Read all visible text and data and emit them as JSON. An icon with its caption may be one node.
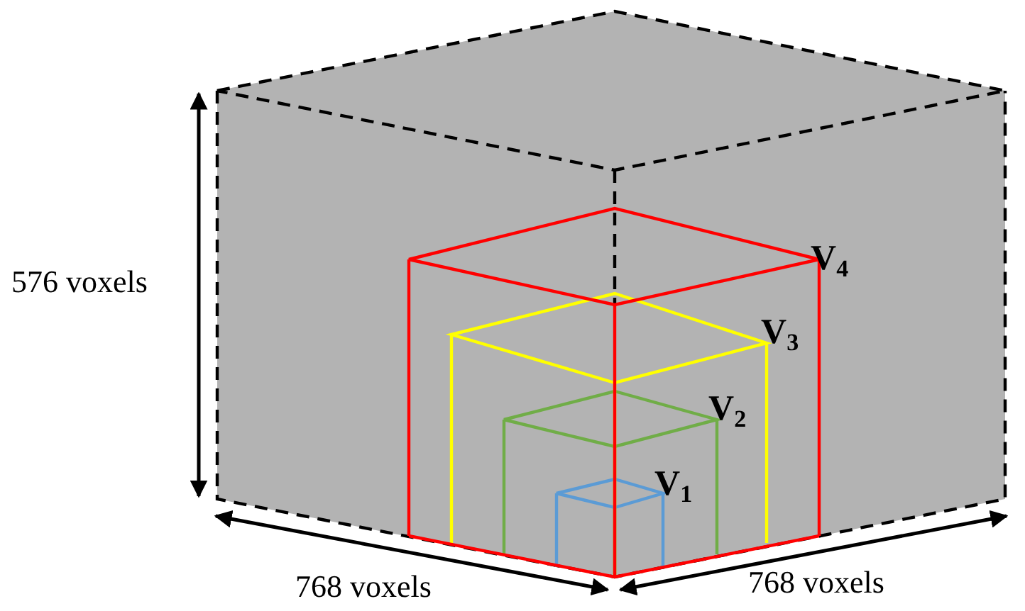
{
  "diagram": {
    "labels": [
      "576 voxels",
      "V$_{4}$",
      "V$_{3}$",
      "V$_{2}$",
      "V$_{1}$",
      "768 voxels",
      "768 voxels"
    ]
  }
}
